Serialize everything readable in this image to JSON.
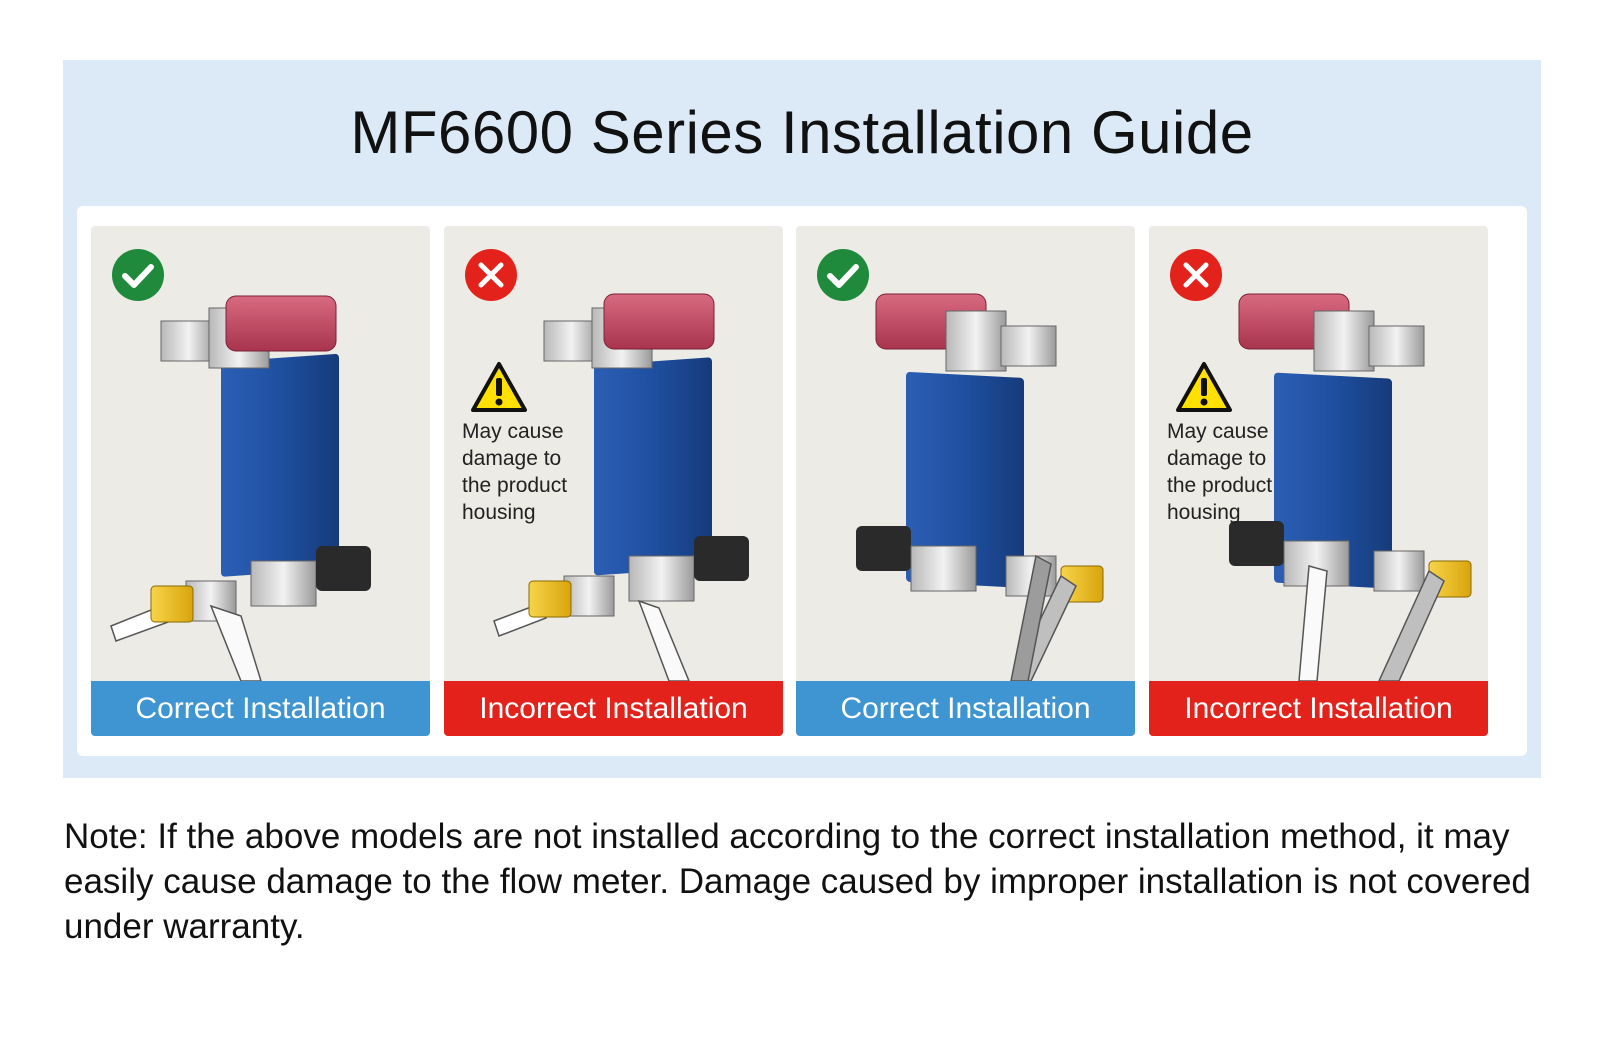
{
  "title": "MF6600 Series Installation Guide",
  "panels": [
    {
      "status": "correct",
      "status_icon": "check-icon",
      "caption": "Correct Installation",
      "warning": ""
    },
    {
      "status": "incorrect",
      "status_icon": "cross-icon",
      "caption": "Incorrect Installation",
      "warning": "May cause damage to the product housing"
    },
    {
      "status": "correct",
      "status_icon": "check-icon",
      "caption": "Correct Installation",
      "warning": ""
    },
    {
      "status": "incorrect",
      "status_icon": "cross-icon",
      "caption": "Incorrect Installation",
      "warning": "May cause damage to the product housing"
    }
  ],
  "note": "Note: If the above models are not installed according to the correct installation method, it may easily cause damage to the flow meter. Damage caused by improper installation is not covered under warranty.",
  "colors": {
    "banner_bg": "#dceaf7",
    "correct": "#3e95d1",
    "incorrect": "#e3231b",
    "check_green": "#1f8a3b",
    "body_blue": "#1f4fa0",
    "connector_red": "#c54b62",
    "fitting_yellow": "#f2c018",
    "warning_yellow": "#ffe000"
  }
}
